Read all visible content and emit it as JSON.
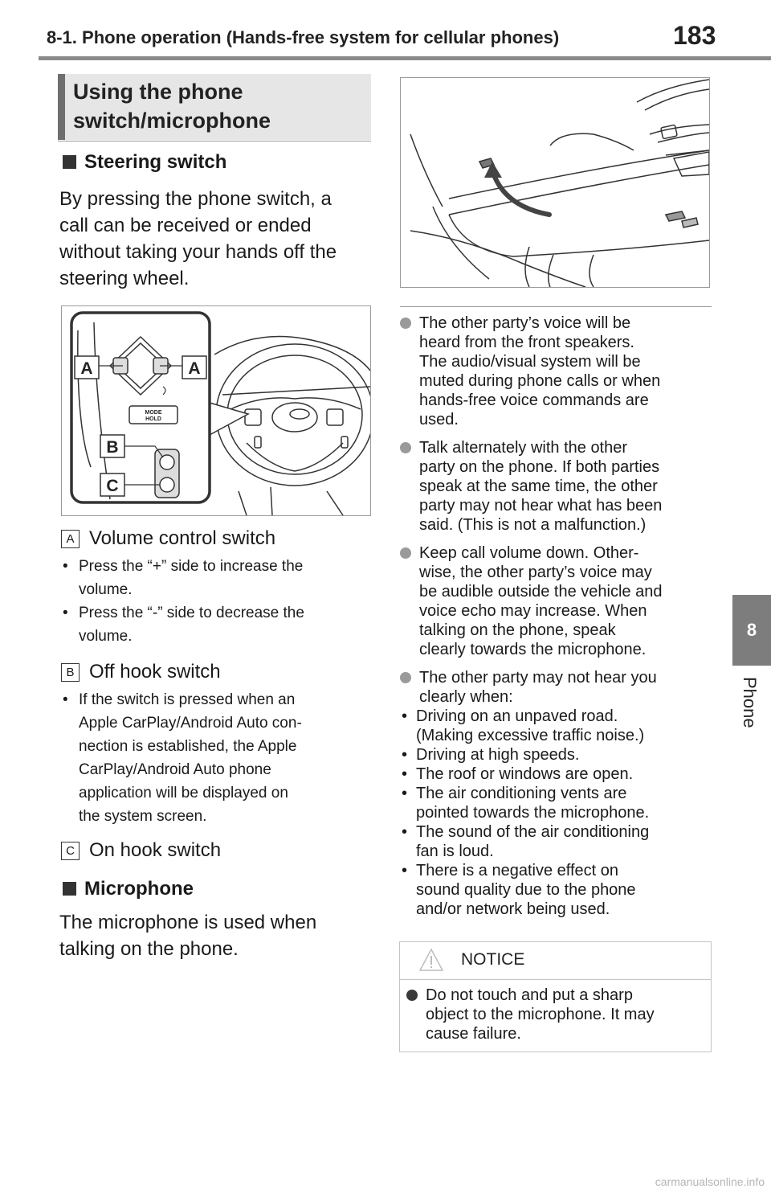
{
  "header": {
    "running_head": "8-1. Phone operation (Hands-free system for cellular phones)",
    "page_number": "183"
  },
  "side_tab": {
    "number": "8",
    "label": "Phone"
  },
  "section": {
    "title_line1": "Using the phone",
    "title_line2": "switch/microphone"
  },
  "steering": {
    "heading": "Steering switch",
    "intro": [
      "By pressing the phone switch, a",
      "call can be received or ended",
      "without taking your hands off the",
      "steering wheel."
    ],
    "figure_labels": {
      "a": "A",
      "b": "B",
      "c": "C",
      "mode_text_1": "MODE",
      "mode_text_2": "HOLD"
    },
    "items": [
      {
        "key": "A",
        "title": "Volume control switch",
        "bullets": [
          [
            "Press the “+” side to increase the",
            "volume."
          ],
          [
            "Press the “-” side to decrease the",
            "volume."
          ]
        ]
      },
      {
        "key": "B",
        "title": "Off hook switch",
        "bullets": [
          [
            "If the switch is pressed when an",
            "Apple CarPlay/Android Auto con-",
            "nection is established, the Apple",
            "CarPlay/Android Auto phone",
            "application will be displayed on",
            "the system screen."
          ]
        ]
      },
      {
        "key": "C",
        "title": "On hook switch",
        "bullets": []
      }
    ]
  },
  "microphone": {
    "heading": "Microphone",
    "text": [
      "The microphone is used when",
      "talking on the phone."
    ]
  },
  "notes": [
    {
      "lines": [
        "The other party’s voice will be",
        "heard from the front speakers.",
        "The audio/visual system will be",
        "muted during phone calls or when",
        "hands-free voice commands are",
        "used."
      ],
      "bullets": []
    },
    {
      "lines": [
        "Talk alternately with the other",
        "party on the phone. If both parties",
        "speak at the same time, the other",
        "party may not hear what has been",
        "said. (This is not a malfunction.)"
      ],
      "bullets": []
    },
    {
      "lines": [
        "Keep call volume down. Other-",
        "wise, the other party’s voice may",
        "be audible outside the vehicle and",
        "voice echo may increase. When",
        "talking on the phone, speak",
        "clearly towards the microphone."
      ],
      "bullets": []
    },
    {
      "lines": [
        "The other party may not hear you",
        "clearly when:"
      ],
      "bullets": [
        [
          "Driving on an unpaved road.",
          "(Making excessive traffic noise.)"
        ],
        [
          "Driving at high speeds."
        ],
        [
          "The roof or windows are open."
        ],
        [
          "The air conditioning vents are",
          "pointed towards the microphone."
        ],
        [
          "The sound of the air conditioning",
          "fan is loud."
        ],
        [
          "There is a negative effect on",
          "sound quality due to the phone",
          "and/or network being used."
        ]
      ]
    }
  ],
  "notice": {
    "title": "NOTICE",
    "lines": [
      "Do not touch and put a sharp",
      "object to the microphone. It may",
      "cause failure."
    ]
  },
  "watermark": "carmanualsonline.info",
  "colors": {
    "heading_bg": "#e6e6e6",
    "heading_bar": "#6e6e6e",
    "tab": "#7d7d7d",
    "bullet_dot": "#9a9a9a"
  }
}
